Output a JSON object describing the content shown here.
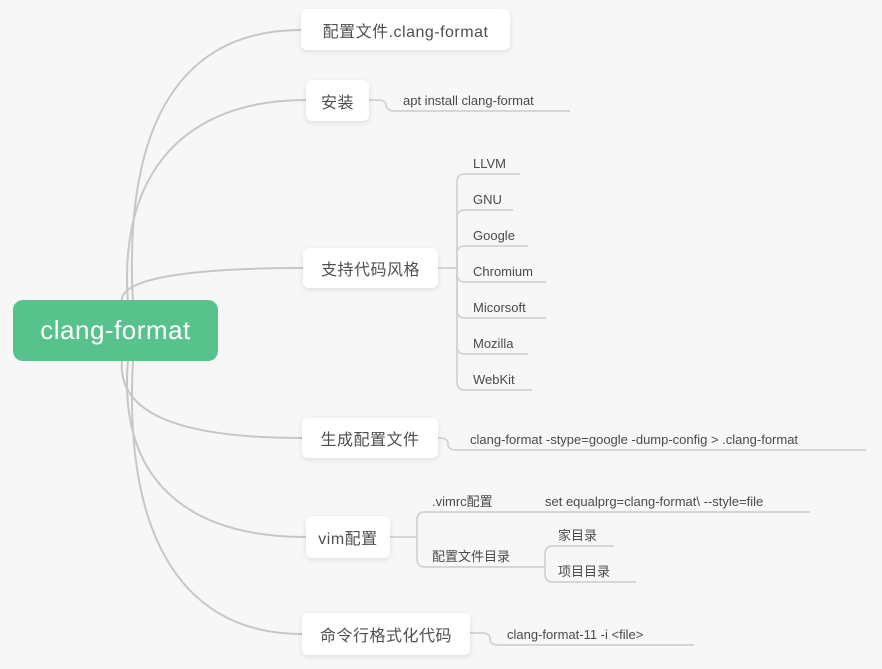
{
  "colors": {
    "root_accent": "#57c28b",
    "background": "#f7f7f8",
    "line_gray": "#d2d2d2",
    "curve_gray": "#c7c7c7",
    "text_gray": "#4c4c4c"
  },
  "root": {
    "label": "clang-format"
  },
  "branches": [
    {
      "label": "配置文件.clang-format"
    },
    {
      "label": "安装",
      "children": [
        {
          "label": "apt install clang-format"
        }
      ]
    },
    {
      "label": "支持代码风格",
      "children": [
        {
          "label": "LLVM"
        },
        {
          "label": "GNU"
        },
        {
          "label": "Google"
        },
        {
          "label": "Chromium"
        },
        {
          "label": "Micorsoft"
        },
        {
          "label": "Mozilla"
        },
        {
          "label": "WebKit"
        }
      ]
    },
    {
      "label": "生成配置文件",
      "children": [
        {
          "label": "clang-format -stype=google -dump-config > .clang-format"
        }
      ]
    },
    {
      "label": "vim配置",
      "children": [
        {
          "label": ".vimrc配置",
          "children": [
            {
              "label": "set equalprg=clang-format\\ --style=file"
            }
          ]
        },
        {
          "label": "配置文件目录",
          "children": [
            {
              "label": "家目录"
            },
            {
              "label": "项目目录"
            }
          ]
        }
      ]
    },
    {
      "label": "命令行格式化代码",
      "children": [
        {
          "label": "clang-format-11 -i <file>"
        }
      ]
    }
  ]
}
